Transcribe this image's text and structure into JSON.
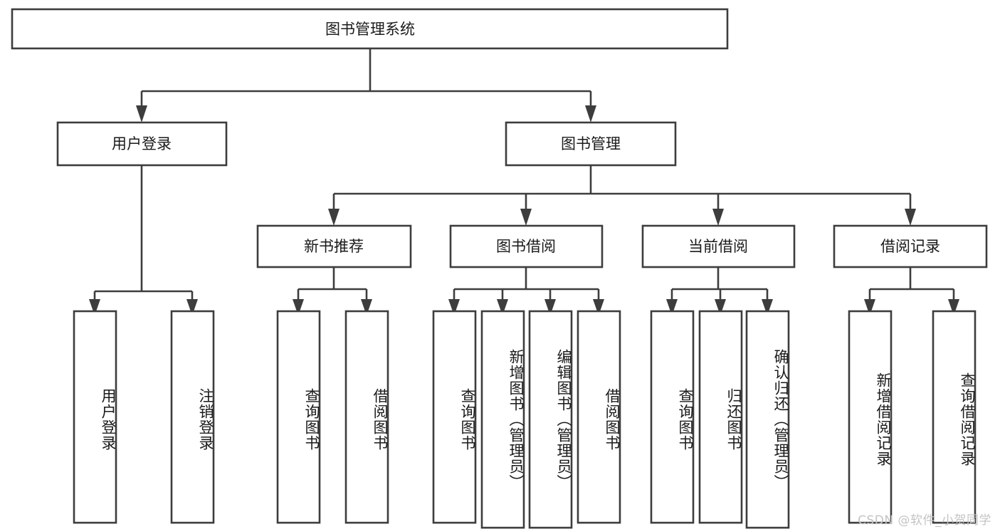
{
  "diagram": {
    "title_node": {
      "label": "图书管理系统"
    },
    "level2": [
      {
        "id": "user-login",
        "label": "用户登录"
      },
      {
        "id": "book-management",
        "label": "图书管理"
      }
    ],
    "level3": [
      {
        "id": "new-book-recommend",
        "label": "新书推荐"
      },
      {
        "id": "book-borrow",
        "label": "图书借阅"
      },
      {
        "id": "current-borrow",
        "label": "当前借阅"
      },
      {
        "id": "borrow-record",
        "label": "借阅记录"
      }
    ],
    "leaves": [
      {
        "id": "leaf-user-login",
        "parent": "user-login",
        "label": "用户登录"
      },
      {
        "id": "leaf-logout",
        "parent": "user-login",
        "label": "注销登录"
      },
      {
        "id": "leaf-query-book-1",
        "parent": "new-book-recommend",
        "label": "查询图书"
      },
      {
        "id": "leaf-borrow-book-1",
        "parent": "new-book-recommend",
        "label": "借阅图书"
      },
      {
        "id": "leaf-query-book-2",
        "parent": "book-borrow",
        "label": "查询图书"
      },
      {
        "id": "leaf-add-book",
        "parent": "book-borrow",
        "label": "新增图书（管理员）"
      },
      {
        "id": "leaf-edit-book",
        "parent": "book-borrow",
        "label": "编辑图书（管理员）"
      },
      {
        "id": "leaf-borrow-book-2",
        "parent": "book-borrow",
        "label": "借阅图书"
      },
      {
        "id": "leaf-query-book-3",
        "parent": "current-borrow",
        "label": "查询图书"
      },
      {
        "id": "leaf-return-book",
        "parent": "current-borrow",
        "label": "归还图书"
      },
      {
        "id": "leaf-confirm-return",
        "parent": "current-borrow",
        "label": "确认归还（管理员）"
      },
      {
        "id": "leaf-add-record",
        "parent": "borrow-record",
        "label": "新增借阅记录"
      },
      {
        "id": "leaf-query-record",
        "parent": "borrow-record",
        "label": "查询借阅记录"
      }
    ]
  },
  "watermark": {
    "text": "CSDN @软件_小贺同学"
  },
  "colors": {
    "stroke": "#3d3d3d",
    "fill": "#ffffff",
    "text": "#1a1a1a",
    "watermark": "#c4c4c4"
  }
}
